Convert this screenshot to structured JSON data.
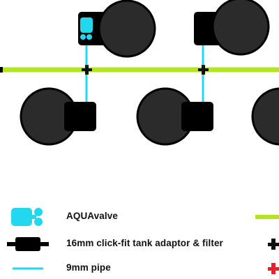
{
  "colors": {
    "main_pipe": "#b3e51f",
    "small_pipe": "#22d8ee",
    "aquavalve": "#22d8ee",
    "pot": "#2b2b2b",
    "pot_stroke": "#000000",
    "tank": "#000000",
    "connector": "#111111",
    "red_connector": "#e8202a"
  },
  "legend": {
    "items": [
      {
        "label": "AQUAvalve",
        "icon": "aquavalve-icon",
        "right_icon": "main-pipe-line-icon"
      },
      {
        "label": "16mm click-fit tank adaptor & filter",
        "icon": "tank-adaptor-filter-icon",
        "right_icon": "black-cross-connector-icon"
      },
      {
        "label": "9mm pipe",
        "icon": "nine-mm-pipe-icon",
        "right_icon": "red-cross-connector-icon"
      }
    ]
  }
}
